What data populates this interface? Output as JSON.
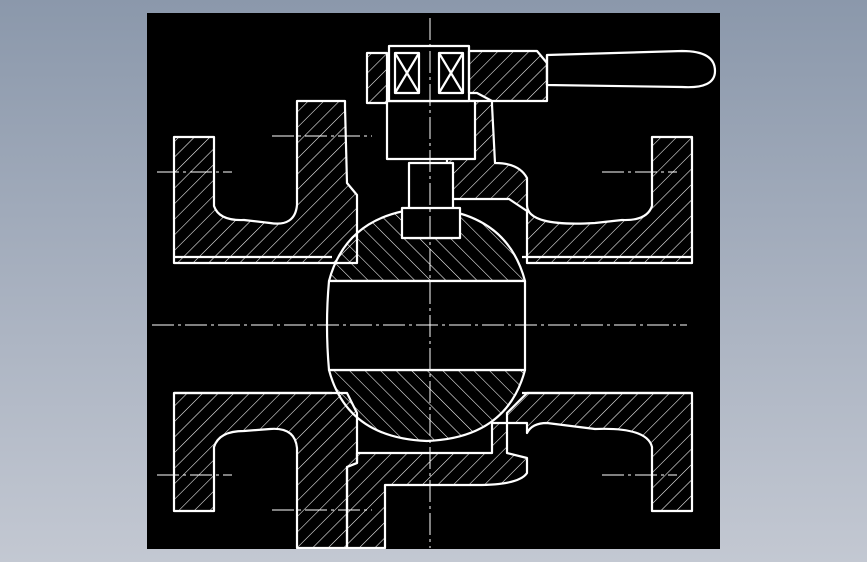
{
  "app": {
    "background_color_top": "#8b98ab",
    "background_color_bottom": "#c3c8d2"
  },
  "drawing": {
    "subject": "ball-valve-section-view",
    "canvas_color": "#000000",
    "line_color": "#ffffff",
    "hatch_style": "diagonal-45",
    "components": [
      {
        "name": "left-flange",
        "hatched": true
      },
      {
        "name": "right-flange",
        "hatched": true
      },
      {
        "name": "valve-body",
        "hatched": true
      },
      {
        "name": "ball",
        "hatched": true
      },
      {
        "name": "stem",
        "hatched": false
      },
      {
        "name": "packing-gland",
        "hatched": false
      },
      {
        "name": "packing-rings",
        "hatched": false
      },
      {
        "name": "lever-handle",
        "hatched": false
      },
      {
        "name": "bottom-cover",
        "hatched": true
      }
    ],
    "centerlines": [
      "horizontal-pipe-axis",
      "vertical-stem-axis",
      "bolt-hole-axes"
    ]
  }
}
